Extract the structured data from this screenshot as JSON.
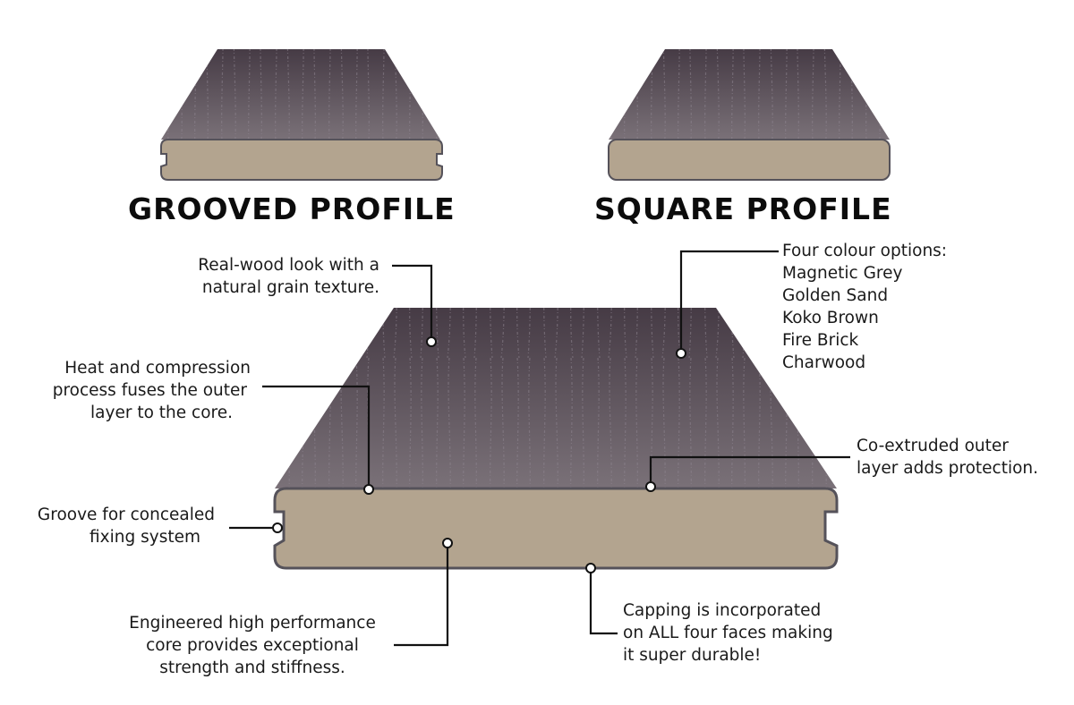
{
  "profiles": {
    "grooved": {
      "title": "GROOVED PROFILE"
    },
    "square": {
      "title": "SQUARE PROFILE"
    }
  },
  "colors": {
    "board_top_dark": "#4a3f48",
    "board_top_light": "#7b7279",
    "core": "#b3a48f",
    "outline": "#55525a",
    "callout_line": "#111111"
  },
  "callouts": {
    "grain": {
      "lines": [
        "Real-wood look with a",
        "natural grain texture."
      ]
    },
    "colours": {
      "heading": "Four colour options:",
      "options": [
        "Magnetic Grey",
        "Golden Sand",
        "Koko Brown",
        "Fire Brick",
        "Charwood"
      ]
    },
    "fusion": {
      "lines": [
        "Heat and compression",
        "process fuses the outer",
        "layer to the core."
      ]
    },
    "coextruded": {
      "lines": [
        "Co-extruded outer",
        "layer adds protection."
      ]
    },
    "groove": {
      "lines": [
        "Groove for concealed",
        "fixing system"
      ]
    },
    "core": {
      "lines": [
        "Engineered high performance",
        "core provides exceptional",
        "strength and stiffness."
      ]
    },
    "capping": {
      "lines": [
        "Capping is incorporated",
        "on ALL four faces making",
        "it super durable!"
      ]
    }
  }
}
